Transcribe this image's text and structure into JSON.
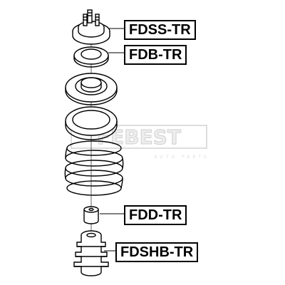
{
  "labels": {
    "strut_mount": "FDSS-TR",
    "bearing": "FDB-TR",
    "bump_stop": "FDD-TR",
    "dust_boot": "FDSHB-TR"
  },
  "watermark": {
    "logo_text": "FEBEST",
    "subtitle": "AUTO PARTS"
  },
  "colors": {
    "line": "#000000",
    "leader": "#000000",
    "watermark": "#c9c9c9"
  }
}
